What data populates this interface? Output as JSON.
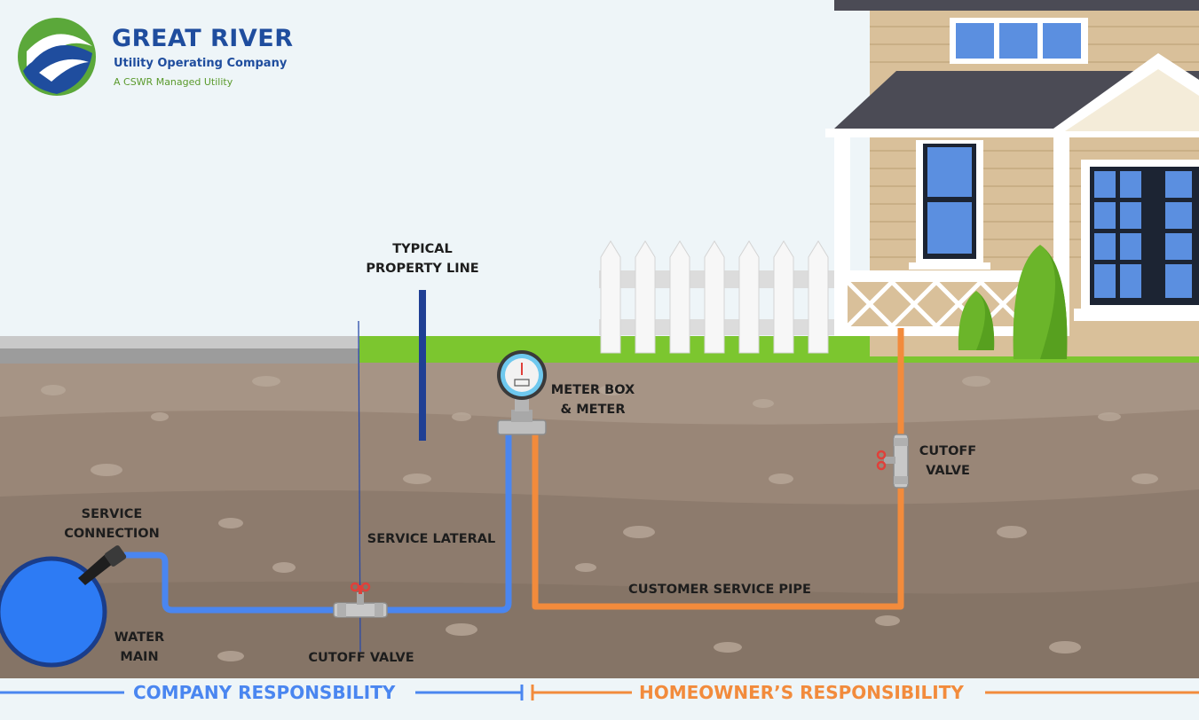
{
  "logo": {
    "title": "GREAT RIVER",
    "subtitle": "Utility Operating Company",
    "tagline": "A CSWR Managed Utility"
  },
  "labels": {
    "property_line": [
      "TYPICAL",
      "PROPERTY LINE"
    ],
    "meter": [
      "METER BOX",
      "& METER"
    ],
    "house_valve": [
      "CUTOFF",
      "VALVE"
    ],
    "service_connection": [
      "SERVICE",
      "CONNECTION"
    ],
    "service_lateral": "SERVICE LATERAL",
    "customer_pipe": "CUSTOMER SERVICE PIPE",
    "water_main": [
      "WATER",
      "MAIN"
    ],
    "lateral_valve": "CUTOFF VALVE"
  },
  "responsibility": {
    "company": "COMPANY RESPONSBILITY",
    "homeowner": "HOMEOWNER’S RESPONSIBILITY"
  },
  "colors": {
    "company_pipe": "#4a86f0",
    "customer_pipe": "#f28b3c",
    "property_line": "#1f3f94",
    "brand_blue": "#1f4d9e",
    "grass": "#7cc62f",
    "soil": "#a69485"
  }
}
